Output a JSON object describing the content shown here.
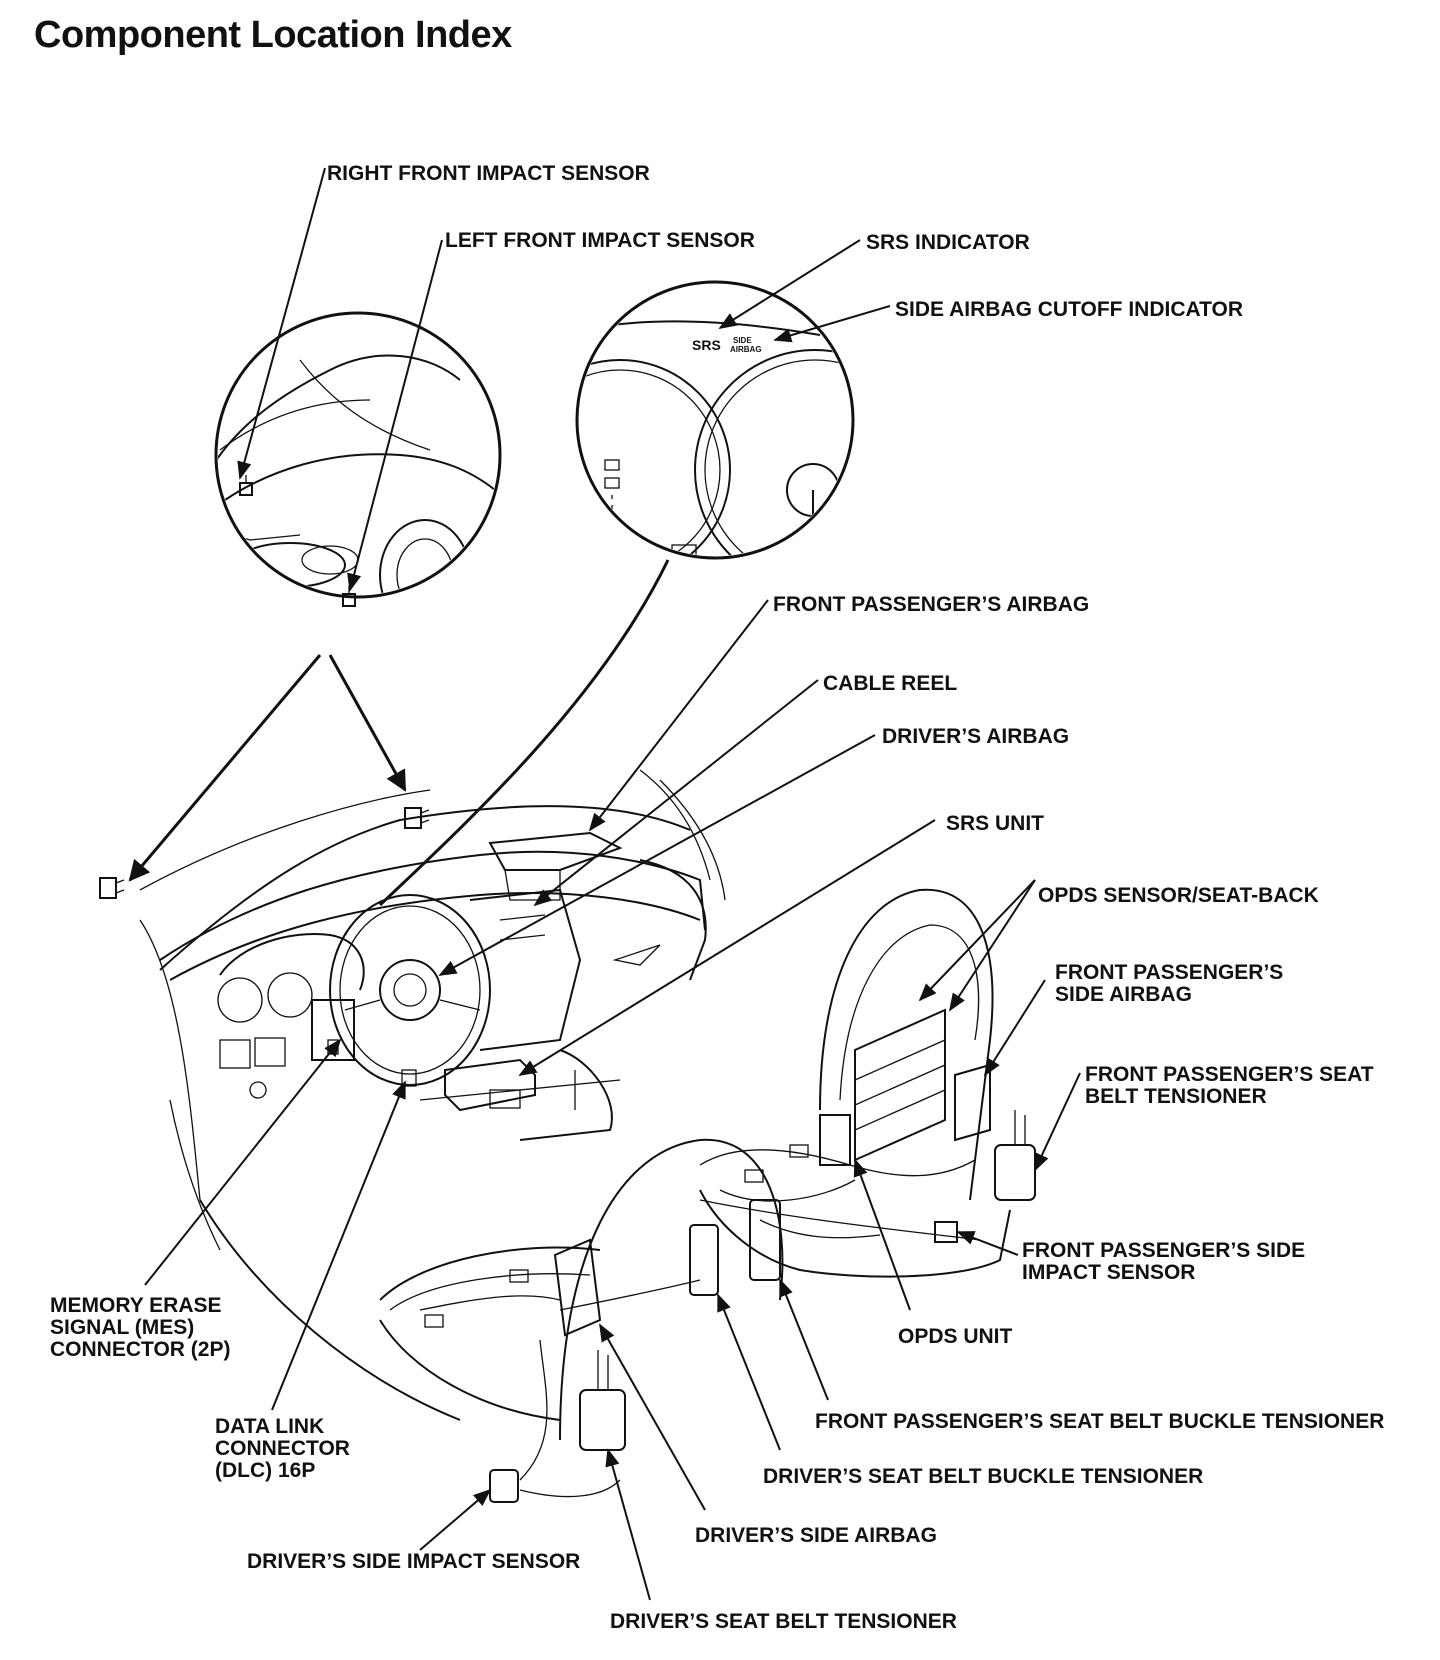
{
  "page": {
    "title": "Component Location Index"
  },
  "inset_cluster": {
    "srs_text": "SRS",
    "side_airbag_text_line1": "SIDE",
    "side_airbag_text_line2": "AIRBAG"
  },
  "labels": {
    "right_front_impact_sensor": "RIGHT FRONT IMPACT SENSOR",
    "left_front_impact_sensor": "LEFT FRONT IMPACT SENSOR",
    "srs_indicator": "SRS INDICATOR",
    "side_airbag_cutoff_indicator": "SIDE AIRBAG CUTOFF INDICATOR",
    "front_passengers_airbag": "FRONT PASSENGER’S AIRBAG",
    "cable_reel": "CABLE REEL",
    "drivers_airbag": "DRIVER’S AIRBAG",
    "srs_unit": "SRS UNIT",
    "opds_sensor_seat_back": "OPDS SENSOR/SEAT-BACK",
    "front_passengers_side_airbag_line1": "FRONT PASSENGER’S",
    "front_passengers_side_airbag_line2": "SIDE AIRBAG",
    "front_passengers_seat_belt_tensioner_line1": "FRONT PASSENGER’S SEAT",
    "front_passengers_seat_belt_tensioner_line2": "BELT TENSIONER",
    "front_passengers_side_impact_sensor_line1": "FRONT PASSENGER’S SIDE",
    "front_passengers_side_impact_sensor_line2": "IMPACT SENSOR",
    "opds_unit": "OPDS UNIT",
    "front_passengers_seat_belt_buckle_tensioner": "FRONT PASSENGER’S SEAT BELT BUCKLE TENSIONER",
    "drivers_seat_belt_buckle_tensioner": "DRIVER’S SEAT BELT BUCKLE TENSIONER",
    "drivers_side_airbag": "DRIVER’S SIDE AIRBAG",
    "drivers_seat_belt_tensioner": "DRIVER’S SEAT BELT TENSIONER",
    "drivers_side_impact_sensor": "DRIVER’S SIDE IMPACT SENSOR",
    "memory_erase_line1": "MEMORY ERASE",
    "memory_erase_line2": "SIGNAL (MES)",
    "memory_erase_line3": "CONNECTOR (2P)",
    "data_link_line1": "DATA LINK",
    "data_link_line2": "CONNECTOR",
    "data_link_line3": "(DLC) 16P"
  }
}
